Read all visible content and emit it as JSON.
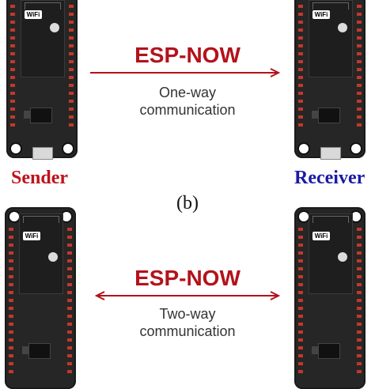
{
  "top": {
    "protocol_label": "ESP-NOW",
    "description_line1": "One-way",
    "description_line2": "communication",
    "left_role": "Sender",
    "right_role": "Receiver"
  },
  "panel_label": "(b)",
  "bottom": {
    "protocol_label": "ESP-NOW",
    "description_line1": "Two-way",
    "description_line2": "communication"
  },
  "board": {
    "wifi_badge": "WiFi"
  },
  "colors": {
    "accent_red": "#b4121b",
    "sender_red": "#c0121b",
    "receiver_blue": "#1a1aa6",
    "board_dark": "#262626",
    "pin_red": "#c0392b"
  }
}
